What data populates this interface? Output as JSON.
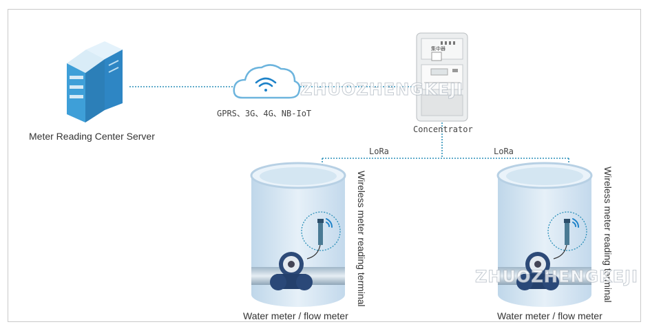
{
  "server": {
    "label": "Meter Reading Center Server"
  },
  "cloud": {
    "network_label": "GPRS、3G、4G、NB-IoT"
  },
  "concentrator": {
    "label": "Concentrator",
    "device_text": "集中器"
  },
  "links": {
    "left_label": "LoRa",
    "right_label": "LoRa"
  },
  "meters": [
    {
      "label": "Water meter / flow meter",
      "terminal_label": "Wireless meter reading terminal"
    },
    {
      "label": "Water meter / flow meter",
      "terminal_label": "Wireless meter reading terminal"
    }
  ],
  "watermark": "ZHUOZHENGKEJI",
  "colors": {
    "dashed_line": "#2a8fb8",
    "cylinder": "#d6e6f2",
    "wifi": "#1e82c8"
  }
}
